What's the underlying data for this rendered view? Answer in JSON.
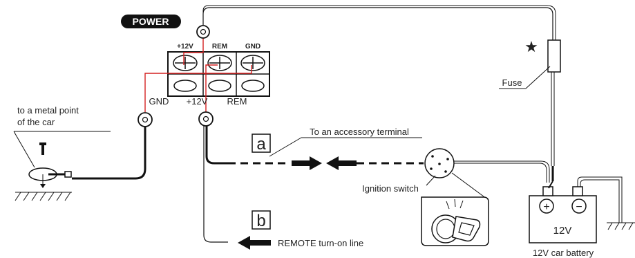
{
  "power_badge": "POWER",
  "terminal_top_labels": [
    "+12V",
    "REM",
    "GND"
  ],
  "terminal_bottom_labels": {
    "gnd": "GND",
    "plus12v": "+12V",
    "rem": "REM"
  },
  "metal_point_label": [
    "to a metal point",
    "of the car"
  ],
  "star": "★",
  "fuse_label": "Fuse",
  "accessory_label": "To an accessory terminal",
  "box_a": "a",
  "box_b": "b",
  "ignition_label": "Ignition switch",
  "remote_label": "REMOTE turn-on line",
  "battery_voltage": "12V",
  "battery_label": "12V car battery",
  "plus_sign": "+",
  "minus_sign": "−"
}
